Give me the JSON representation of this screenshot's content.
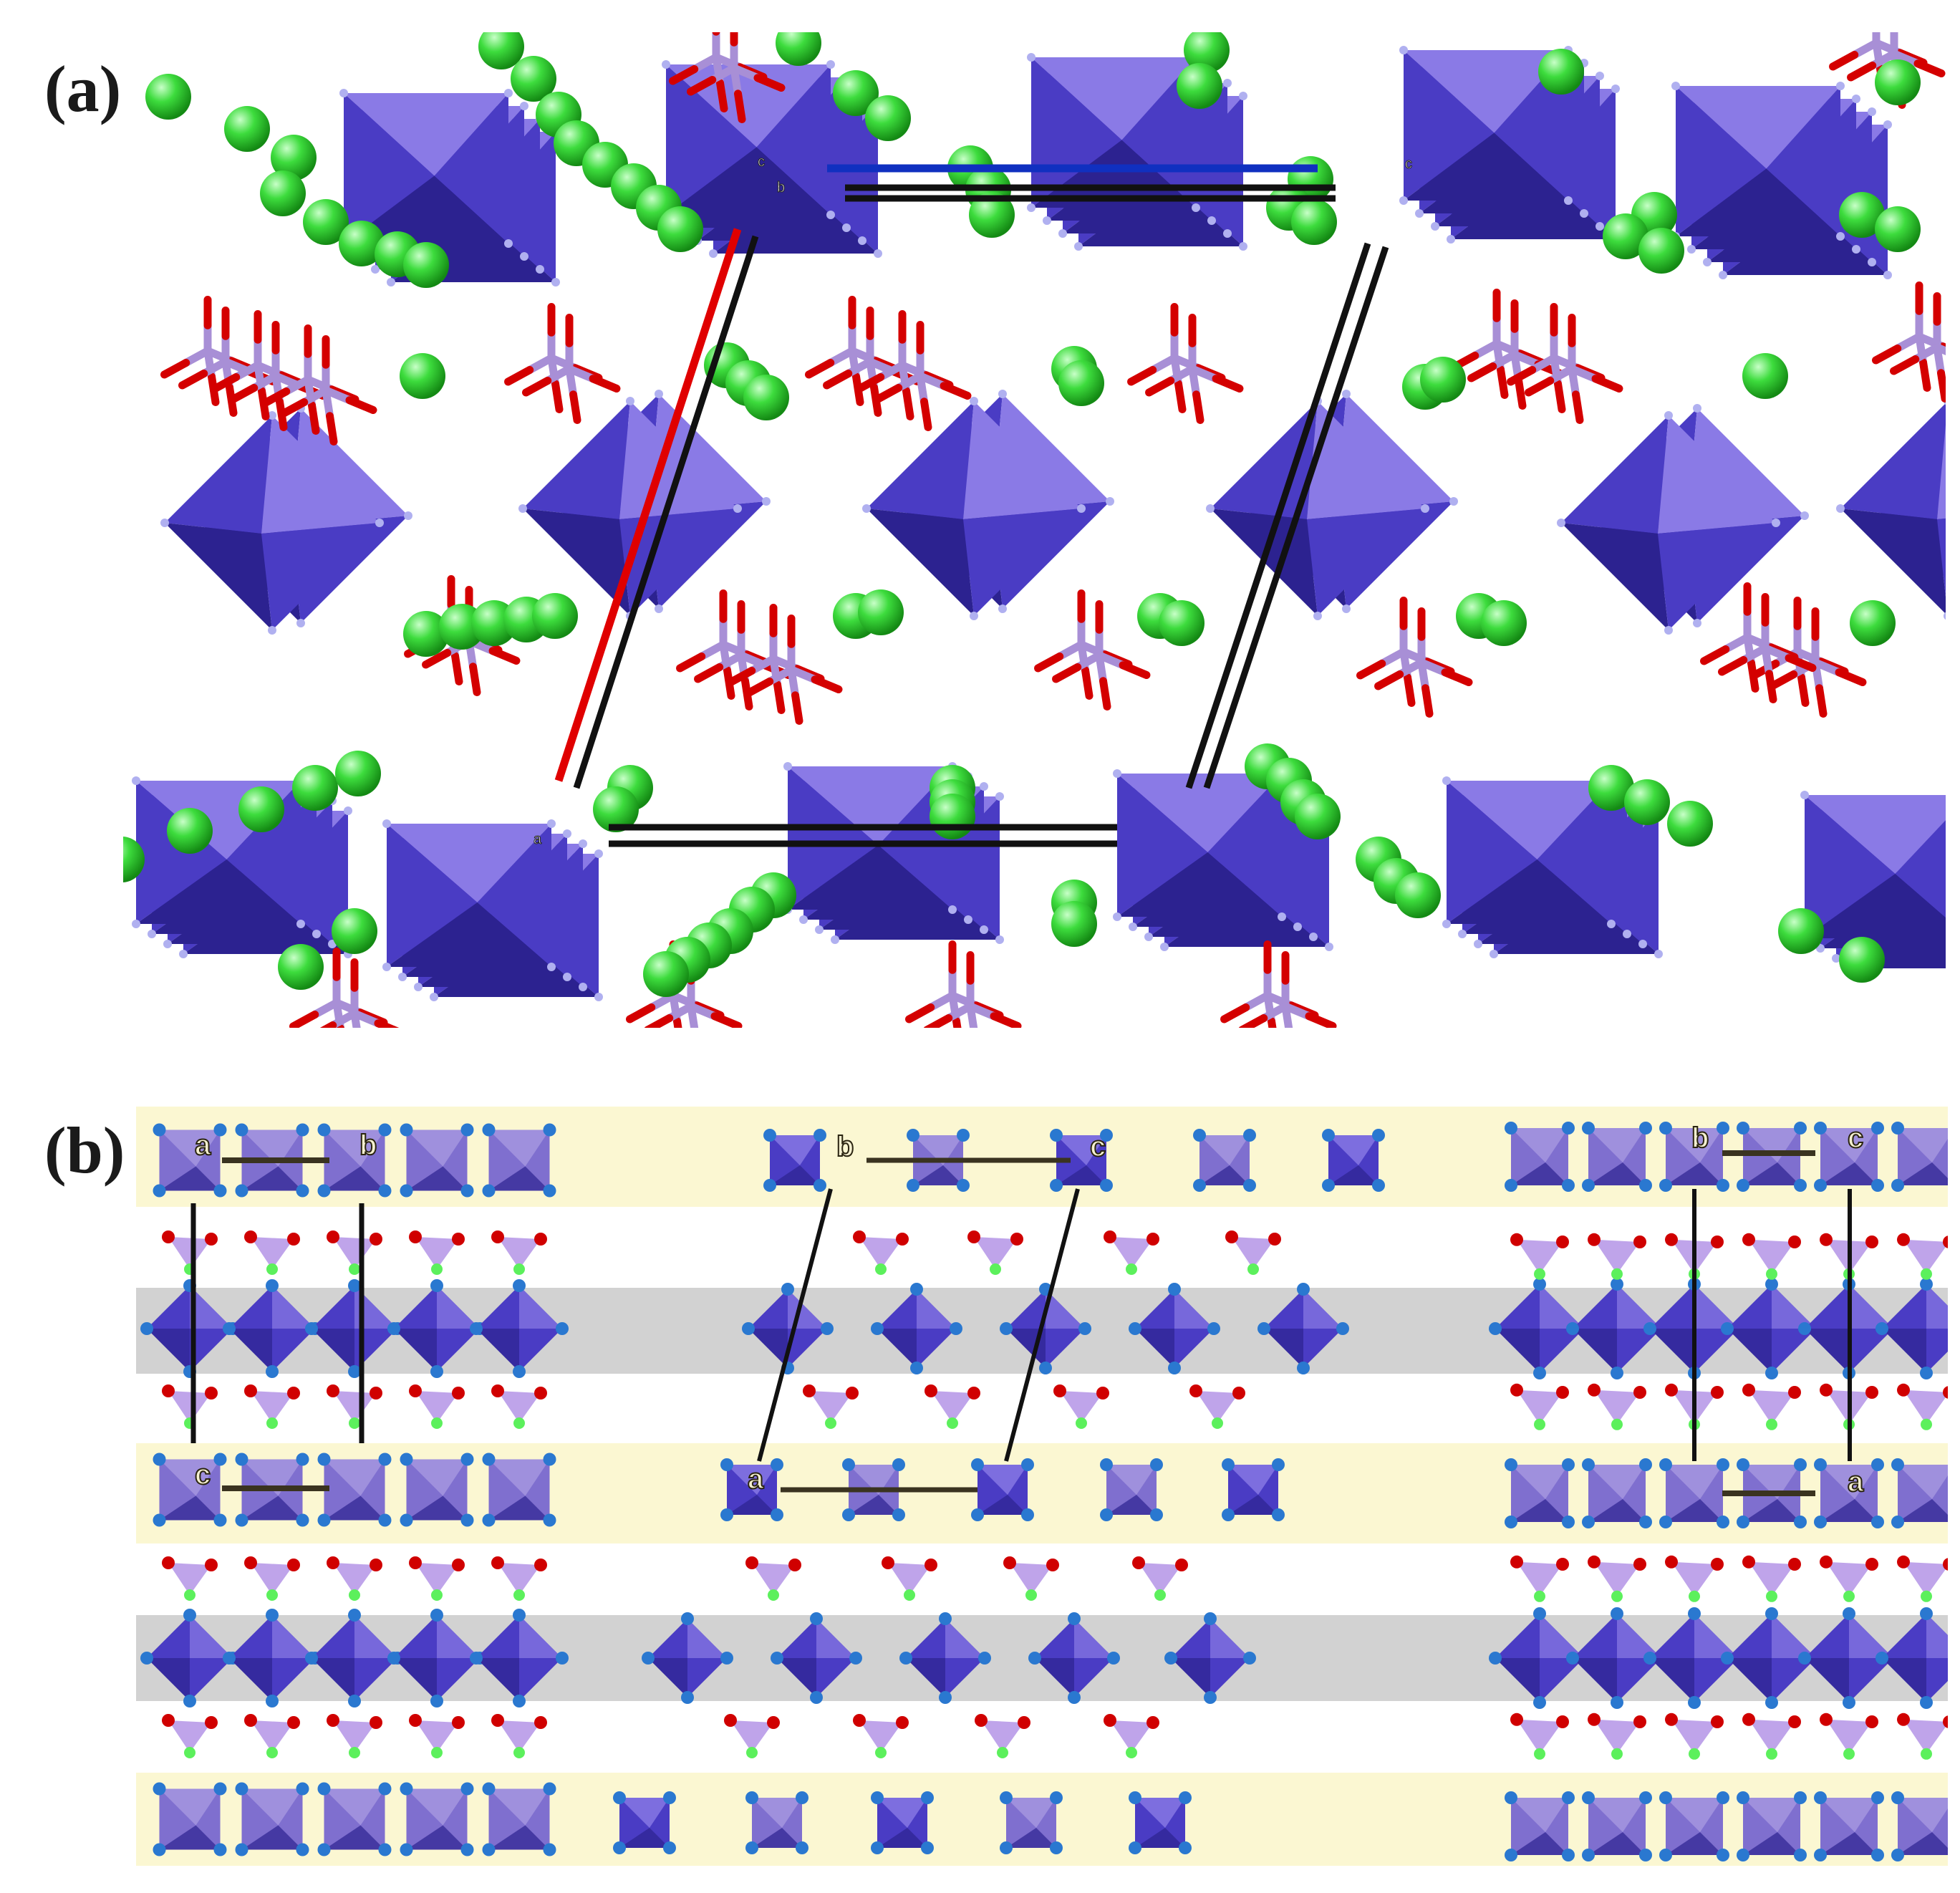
{
  "panels": [
    {
      "id": "a",
      "label": "(a)"
    },
    {
      "id": "b",
      "label": "(b)"
    }
  ],
  "panel_a": {
    "axis_tags": {
      "c1": "c",
      "b": "b",
      "c2": "c",
      "a": "a"
    }
  },
  "panel_b": {
    "left_tags": {
      "a": "a",
      "b": "b",
      "c": "c"
    },
    "mid_tags": {
      "b": "b",
      "c": "c",
      "a": "a"
    },
    "right_tags": {
      "b": "b",
      "c": "c",
      "a": "a"
    }
  },
  "colors": {
    "octahedron": "#4a3cc4",
    "octahedron_dark": "#2c2290",
    "octahedron_light": "#8a7ae6",
    "tetra_bond": "#a88fd6",
    "oxygen": "#d40000",
    "chlorine": "#3ddc3d",
    "vertex": "#b0b0f0",
    "band_yellow": "#fbf7d2",
    "band_gray": "#d2d2d2",
    "cell_edge": "#111111",
    "cell_red": "#e00000",
    "cell_blue": "#1030c0",
    "atom_blue": "#2a78d0"
  }
}
